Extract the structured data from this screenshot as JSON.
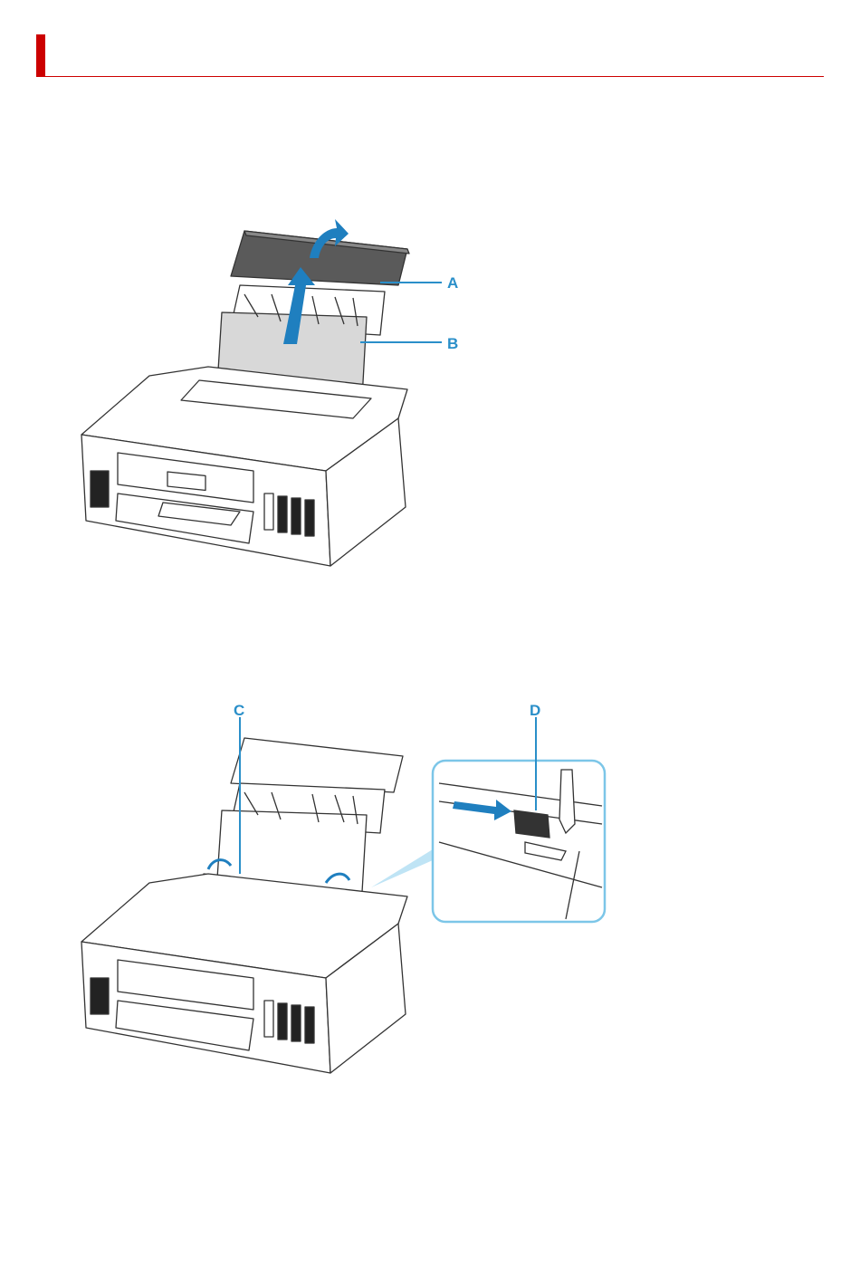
{
  "figure1": {
    "callouts": [
      {
        "id": "A",
        "label": "A"
      },
      {
        "id": "B",
        "label": "B"
      }
    ]
  },
  "figure2": {
    "callouts": [
      {
        "id": "C",
        "label": "C"
      },
      {
        "id": "D",
        "label": "D"
      }
    ]
  },
  "colors": {
    "accent_red": "#cc0000",
    "callout_blue": "#2a8fc9",
    "arrow_blue": "#1f7fbf",
    "printer_line": "#333333"
  }
}
